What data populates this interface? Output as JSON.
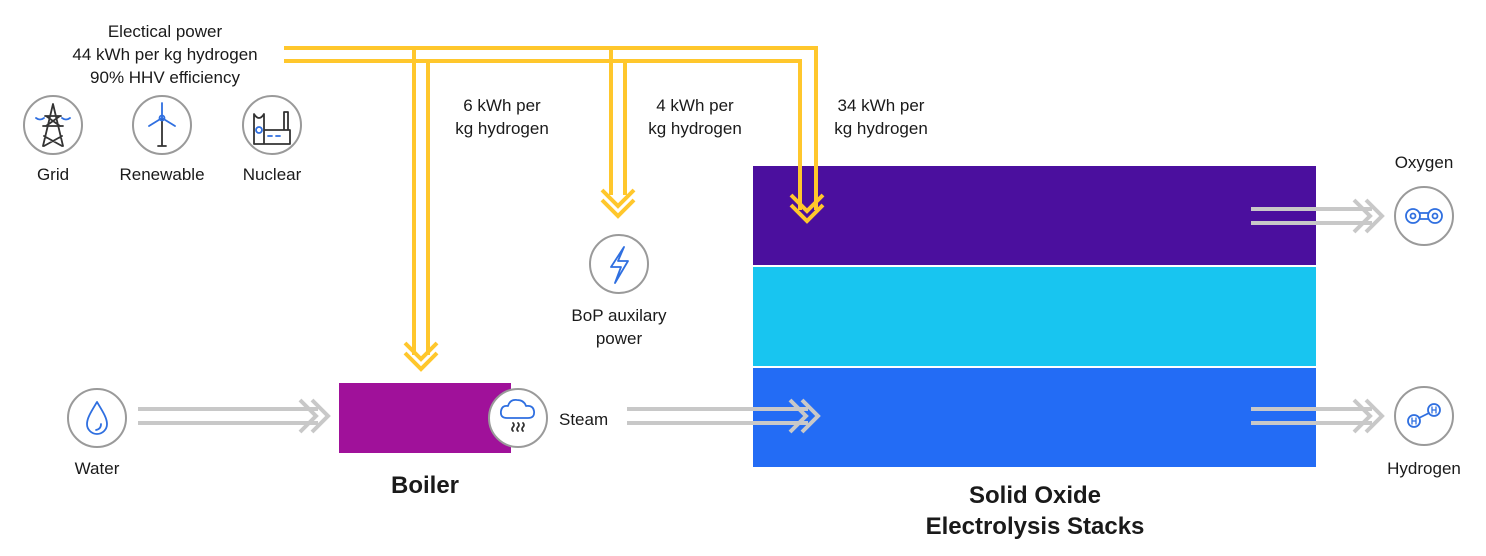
{
  "power": {
    "source_lines": [
      "Electical power",
      "44 kWh per kg hydrogen",
      "90% HHV efficiency"
    ],
    "line_color": "#FFC72C"
  },
  "sources": [
    {
      "label": "Grid",
      "icon": "power-tower-icon"
    },
    {
      "label": "Renewable",
      "icon": "wind-turbine-icon"
    },
    {
      "label": "Nuclear",
      "icon": "nuclear-plant-icon"
    }
  ],
  "branches": [
    {
      "label": "6 kWh per\nkg hydrogen"
    },
    {
      "label": "4 kWh per\nkg hydrogen"
    },
    {
      "label": "34 kWh per\nkg hydrogen"
    }
  ],
  "bop": {
    "label": "BoP auxilary\npower",
    "icon": "lightning-bolt-icon"
  },
  "water": {
    "label": "Water",
    "icon": "water-drop-icon"
  },
  "boiler": {
    "label": "Boiler",
    "color": "#A0119A"
  },
  "steam": {
    "label": "Steam",
    "icon": "steam-cloud-icon"
  },
  "stack": {
    "label": "Solid Oxide\nElectrolysis Stacks",
    "layer_colors": [
      "#4B0F9E",
      "#18C5F0",
      "#236CF5"
    ]
  },
  "outputs": [
    {
      "label": "Oxygen",
      "icon": "oxygen-molecule-icon"
    },
    {
      "label": "Hydrogen",
      "icon": "hydrogen-molecule-icon"
    }
  ],
  "flow_arrow_color": "#C8C8C8",
  "icon_color": "#2F6FE0"
}
